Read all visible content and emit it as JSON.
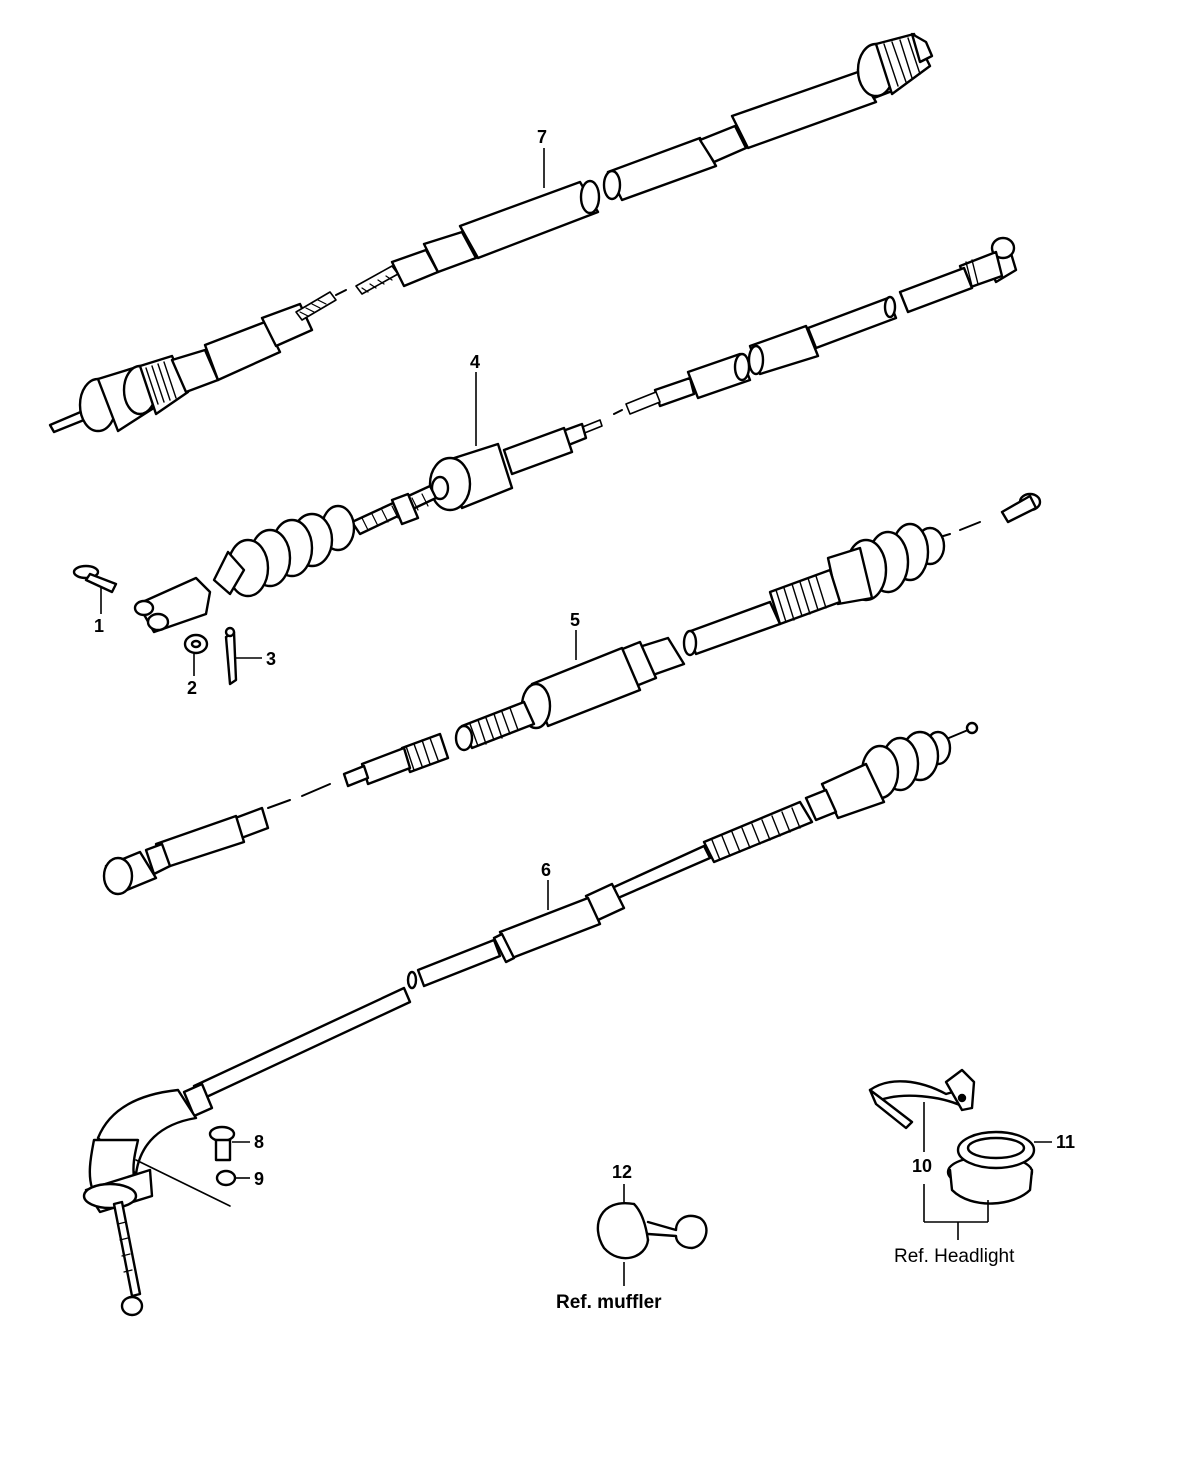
{
  "callouts": {
    "p1": "1",
    "p2": "2",
    "p3": "3",
    "p4": "4",
    "p5": "5",
    "p6": "6",
    "p7": "7",
    "p8": "8",
    "p9": "9",
    "p10": "10",
    "p11": "11",
    "p12": "12"
  },
  "references": {
    "muffler": "Ref. muffler",
    "headlight": "Ref. Headlight"
  }
}
